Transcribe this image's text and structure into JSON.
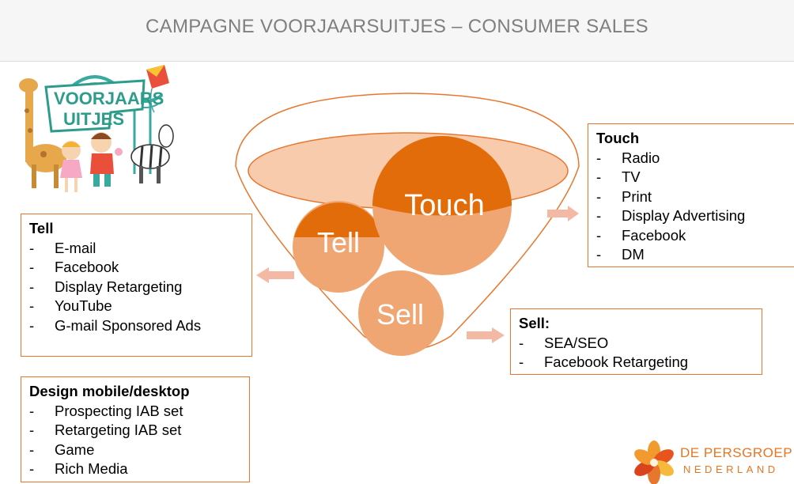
{
  "slide": {
    "title": "CAMPAGNE VOORJAARSUITJES – CONSUMER SALES"
  },
  "funnel": {
    "circles": {
      "touch": "Touch",
      "tell": "Tell",
      "sell": "Sell"
    }
  },
  "boxes": {
    "touch": {
      "title": "Touch",
      "items": [
        "Radio",
        "TV",
        "Print",
        "Display Advertising",
        "Facebook",
        "DM"
      ]
    },
    "tell": {
      "title": "Tell",
      "items": [
        "E-mail",
        "Facebook",
        "Display Retargeting",
        "YouTube",
        "G-mail Sponsored Ads"
      ]
    },
    "sell": {
      "title": "Sell:",
      "items": [
        "SEA/SEO",
        "Facebook Retargeting"
      ]
    },
    "design": {
      "title": "Design mobile/desktop",
      "items": [
        "Prospecting IAB set",
        "Retargeting IAB set",
        "Game",
        "Rich Media"
      ]
    }
  },
  "list_marker": "-",
  "logos": {
    "voorjaarsuitjes": {
      "line1": "VOORJAARS",
      "line2": "UITJES",
      "icon": "voorjaarsuitjes-logo"
    },
    "persgroep": {
      "line1": "DE PERSGROEP",
      "line2": "NEDERLAND",
      "icon": "persgroep-flower-logo"
    }
  },
  "colors": {
    "accent": "#e8772e",
    "dark_orange": "#e36c0a",
    "light_orange": "#f0a673",
    "arrow": "#f4b9a4",
    "title_gray": "#7f7f7f"
  }
}
